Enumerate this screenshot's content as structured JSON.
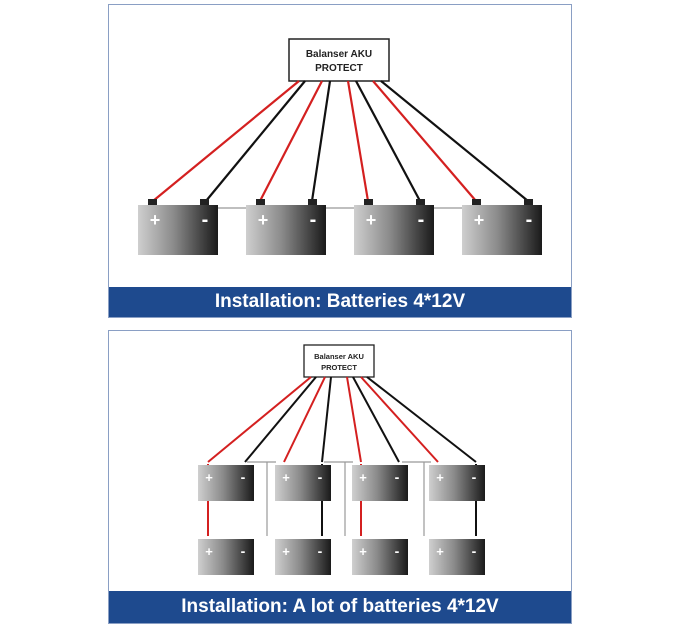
{
  "panel1": {
    "device_line1": "Balanser AKU",
    "device_line2": "PROTECT",
    "caption": "Installation: Batteries 4*12V",
    "plus_sign": "+",
    "minus_sign": "-"
  },
  "panel2": {
    "device_line1": "Balanser AKU",
    "device_line2": "PROTECT",
    "caption": "Installation: A lot of batteries 4*12V",
    "plus_sign": "+",
    "minus_sign": "-"
  },
  "colors": {
    "positive_wire": "#d42020",
    "negative_wire": "#111111",
    "banner": "#1e4a8e",
    "frame": "#8a9fc4"
  }
}
